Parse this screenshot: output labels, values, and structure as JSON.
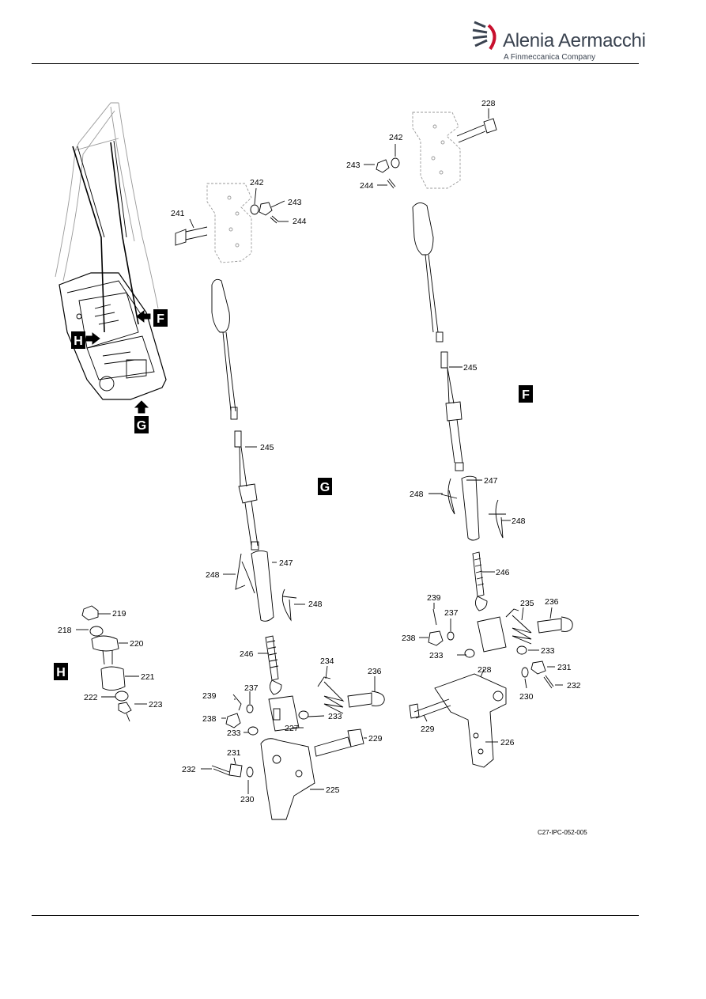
{
  "header": {
    "brand": "Alenia Aermacchi",
    "subbrand": "A Finmeccanica Company",
    "logo_icon": "alenia-aermacchi-logo-icon",
    "accent_color": "#c8102e"
  },
  "figure": {
    "drawing_code": "C27-IPC-052-005",
    "views": {
      "F": "F",
      "G": "G",
      "H": "H"
    },
    "callouts": {
      "c241": "241",
      "c242a": "242",
      "c243a": "243",
      "c244a": "244",
      "c245a": "245",
      "c247a": "247",
      "c248a": "248",
      "c248b": "248",
      "c246a": "246",
      "c234": "234",
      "c236a": "236",
      "c239a": "239",
      "c237a": "237",
      "c238a": "238",
      "c233a": "233",
      "c233b": "233",
      "c227": "227",
      "c229a": "229",
      "c231a": "231",
      "c232a": "232",
      "c230a": "230",
      "c225": "225",
      "c228a": "228",
      "c242b": "242",
      "c243b": "243",
      "c244b": "244",
      "c245b": "245",
      "c247b": "247",
      "c248c": "248",
      "c248d": "248",
      "c246b": "246",
      "c239b": "239",
      "c237b": "237",
      "c235": "235",
      "c236b": "236",
      "c238b": "238",
      "c233c": "233",
      "c233d": "233",
      "c228b": "228",
      "c231b": "231",
      "c232b": "232",
      "c230b": "230",
      "c229b": "229",
      "c226": "226",
      "c219": "219",
      "c218": "218",
      "c220": "220",
      "c221": "221",
      "c222": "222",
      "c223": "223"
    }
  }
}
